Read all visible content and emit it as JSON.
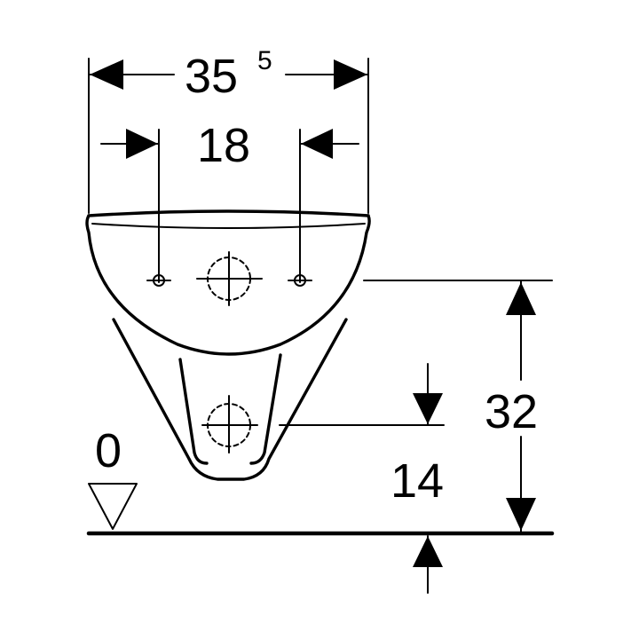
{
  "dimensions": {
    "overall_width": {
      "value": "35",
      "superscript": "5"
    },
    "bolt_spacing": "18",
    "height_to_top": "32",
    "drain_height": "14",
    "floor_level": "0"
  }
}
